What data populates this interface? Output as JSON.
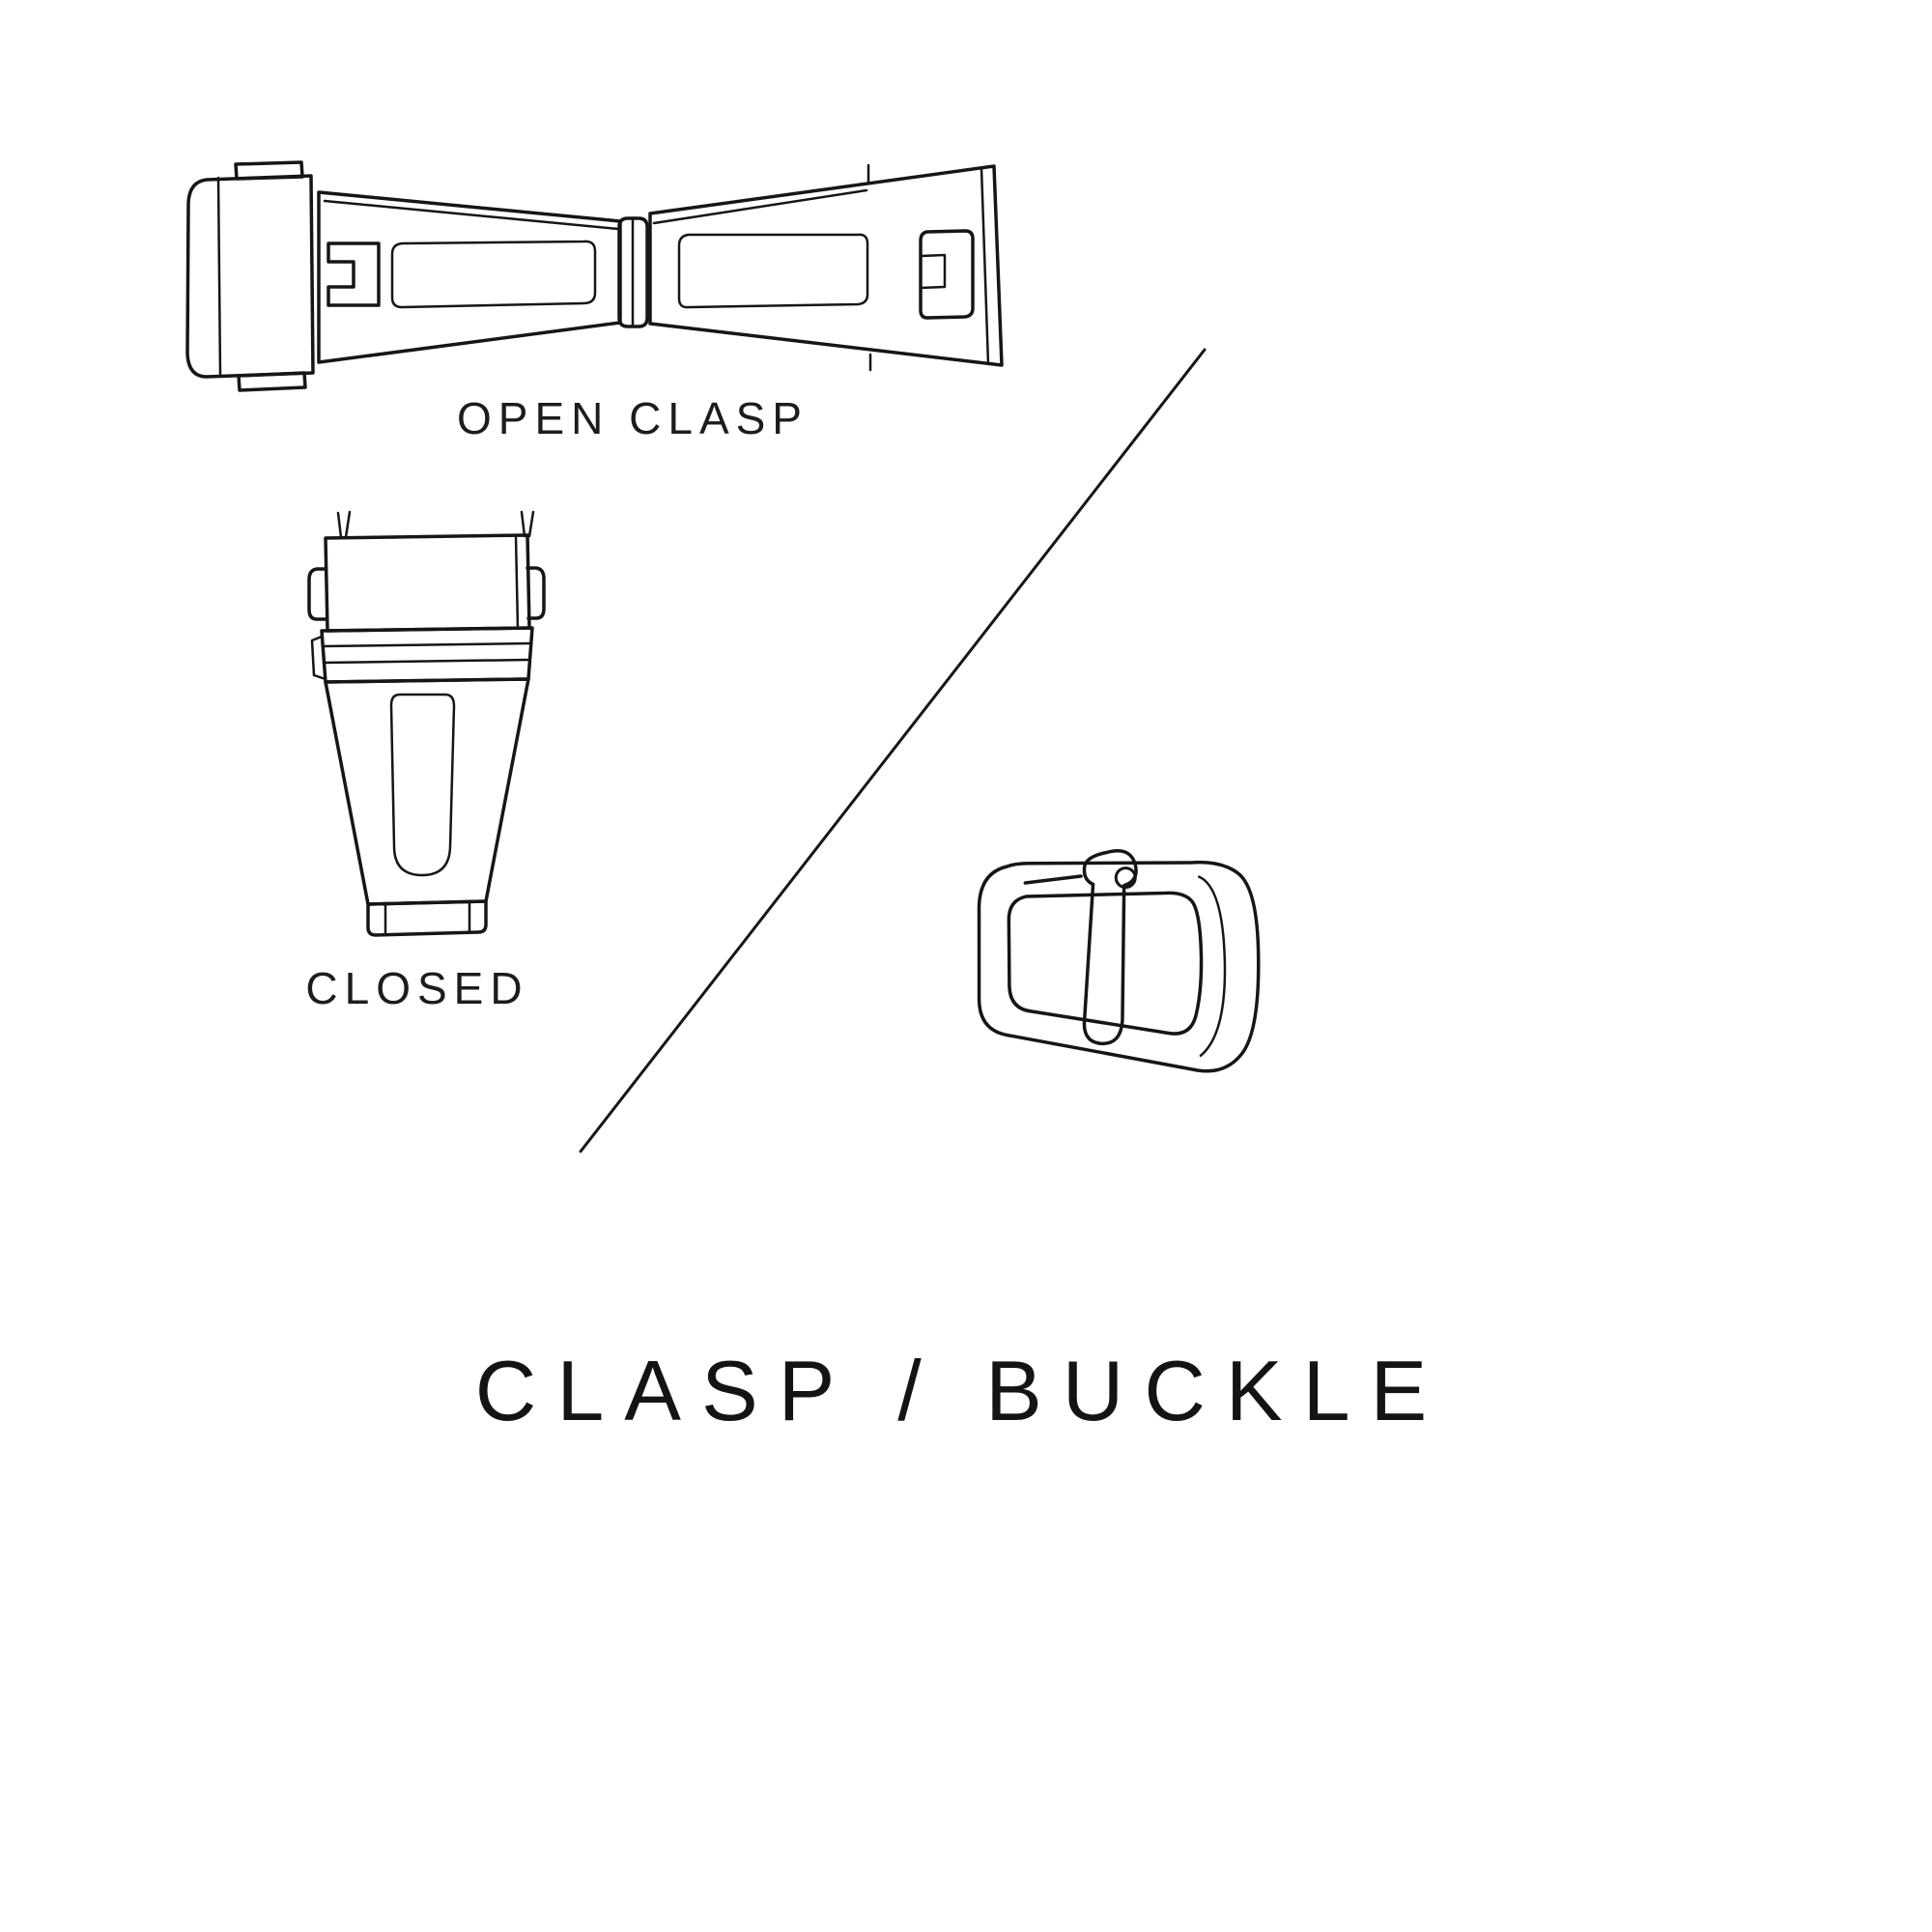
{
  "diagram": {
    "title": "CLASP / BUCKLE",
    "labels": {
      "open_clasp": "OPEN CLASP",
      "closed": "CLOSED"
    },
    "colors": {
      "background": "#ffffff",
      "line": "#161616",
      "text": "#1c1c1c"
    },
    "illustrations": [
      "open-clasp",
      "closed-clasp",
      "tang-buckle"
    ]
  }
}
